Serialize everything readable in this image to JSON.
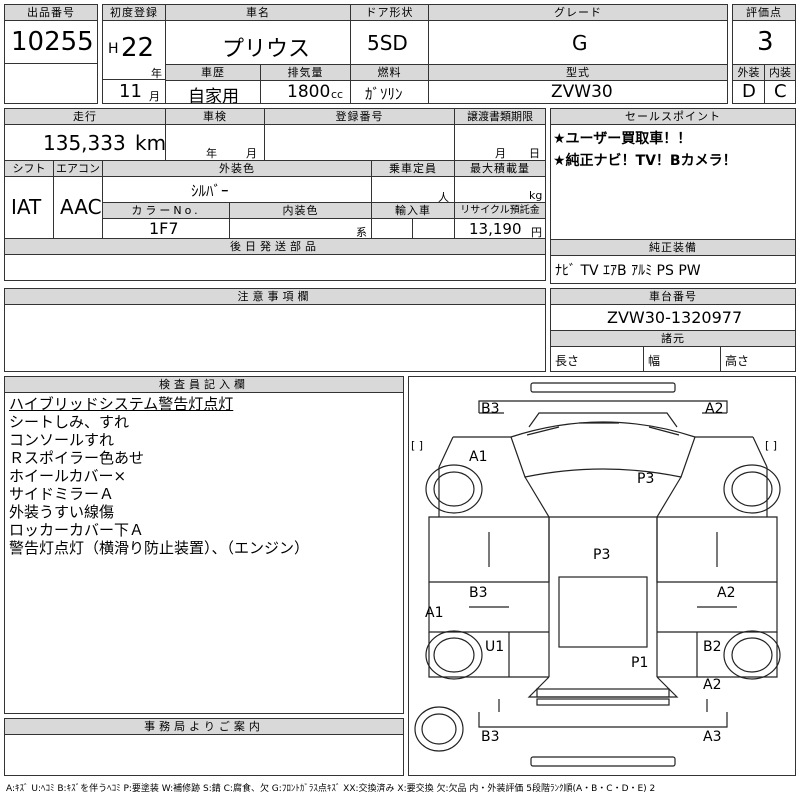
{
  "header": {
    "lot_no_label": "出品番号",
    "lot_no": "10255",
    "first_reg_label": "初度登録",
    "era": "H",
    "year": "22",
    "year_unit": "年",
    "month": "11",
    "month_unit": "月",
    "car_name_label": "車名",
    "car_name": "プリウス",
    "door_label": "ドア形状",
    "door": "5SD",
    "grade_label": "グレード",
    "grade": "G",
    "score_label": "評価点",
    "score": "3",
    "history_label": "車歴",
    "history": "自家用",
    "displacement_label": "排気量",
    "displacement": "1800",
    "displacement_unit": "cc",
    "fuel_label": "燃料",
    "fuel": "ｶﾞｿﾘﾝ",
    "model_label": "型式",
    "model": "ZVW30",
    "exterior_label": "外装",
    "exterior": "D",
    "interior_label": "内装",
    "interior": "C"
  },
  "details": {
    "mileage_label": "走行",
    "mileage": "135,333",
    "mileage_unit": "km",
    "inspection_label": "車検",
    "inspection_year_unit": "年",
    "inspection_month_unit": "月",
    "reg_no_label": "登録番号",
    "transfer_label": "譲渡書類期限",
    "transfer_month_unit": "月",
    "transfer_day_unit": "日",
    "shift_label": "シフト",
    "shift": "IAT",
    "ac_label": "エアコン",
    "ac": "AAC",
    "color_label": "外装色",
    "color": "ｼﾙﾊﾞｰ",
    "capacity_label": "乗車定員",
    "capacity_unit": "人",
    "load_label": "最大積載量",
    "load_unit": "kg",
    "color_no_label": "カラーNo.",
    "color_no": "1F7",
    "int_color_label": "内装色",
    "int_color_unit": "系",
    "import_label": "輸入車",
    "recycle_label": "リサイクル預託金",
    "recycle": "13,190",
    "recycle_unit": "円",
    "later_parts_label": "後日発送部品"
  },
  "sales_points": {
    "label": "セールスポイント",
    "items": [
      "★ユーザー買取車！！",
      "★純正ナビ！TV！Bカメラ！"
    ]
  },
  "equipment": {
    "label": "純正装備",
    "value": "ﾅﾋﾞ TV ｴｱB ｱﾙﾐ PS PW"
  },
  "notes": {
    "label": "注意事項欄"
  },
  "chassis": {
    "label": "車台番号",
    "value": "ZVW30-1320977",
    "dims_label": "諸元",
    "length_label": "長さ",
    "width_label": "幅",
    "height_label": "高さ"
  },
  "inspector": {
    "label": "検査員記入欄",
    "lines": [
      "ハイブリッドシステム警告灯点灯",
      "シートしみ、すれ",
      "コンソールすれ",
      "Ｒスポイラー色あせ",
      "ホイールカバー×",
      "サイドミラーＡ",
      "外装うすい線傷",
      "ロッカーカバー下Ａ",
      "警告灯点灯（横滑り防止装置）、（エンジン）"
    ]
  },
  "office": {
    "label": "事務局よりご案内"
  },
  "diagram": {
    "marks": {
      "b3_top": "B3",
      "a2_top": "A2",
      "a1_fl": "A1",
      "p3_hood": "P3",
      "p3_roof": "P3",
      "b3_left": "B3",
      "a2_right": "A2",
      "a1_left": "A1",
      "u1": "U1",
      "b2": "B2",
      "p1": "P1",
      "a2_rr": "A2",
      "b3_bottom": "B3",
      "a3_bottom": "A3"
    },
    "brackets": "[  ]"
  },
  "footer": "A:ｷｽﾞ U:ﾍｺﾐ B:ｷｽﾞを伴うﾍｺﾐ P:要塗装 W:補修跡 S:錆 C:腐食、欠 G:ﾌﾛﾝﾄｶﾞﾗｽ点ｷｽﾞ XX:交換済み X:要交換 欠:欠品 内・外装評価 5段階ﾗﾝｸ順(A・B・C・D・E) 2"
}
